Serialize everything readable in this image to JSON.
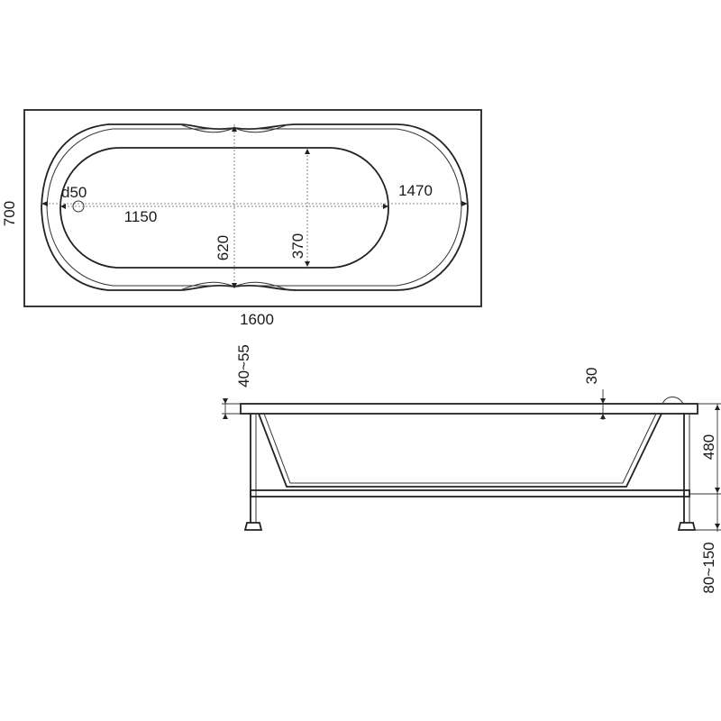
{
  "top_view": {
    "width_label": "700",
    "length_label": "1600",
    "drain_label": "d50",
    "inner_length_label": "1150",
    "bottom_length_label": "1470",
    "inner_width_label": "620",
    "depth_width_label": "370"
  },
  "side_view": {
    "rim_adjust_label": "40~55",
    "rim_label": "30",
    "height_label": "480",
    "leg_adjust_label": "80~150"
  }
}
